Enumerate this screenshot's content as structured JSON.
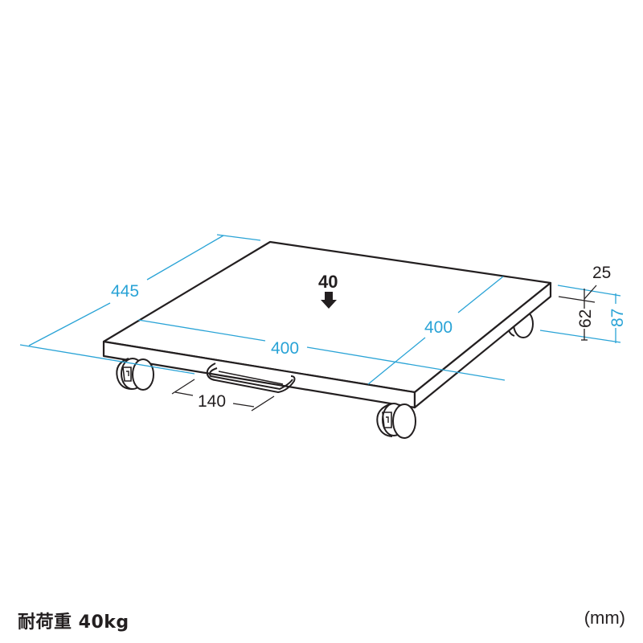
{
  "diagram": {
    "title": "Caster board dimension drawing",
    "colors": {
      "outline": "#231f20",
      "dimension_line": "#29a3d6",
      "background": "#ffffff"
    },
    "dimensions": {
      "depth": "445",
      "width_front": "400",
      "width_side": "400",
      "handle_width": "140",
      "board_thickness": "25",
      "caster_height": "62",
      "total_height": "87"
    },
    "load_indicator": {
      "value": "40",
      "icon": "down-arrow-icon"
    }
  },
  "footer": {
    "load_capacity": "耐荷重 40kg",
    "unit": "(mm)"
  }
}
